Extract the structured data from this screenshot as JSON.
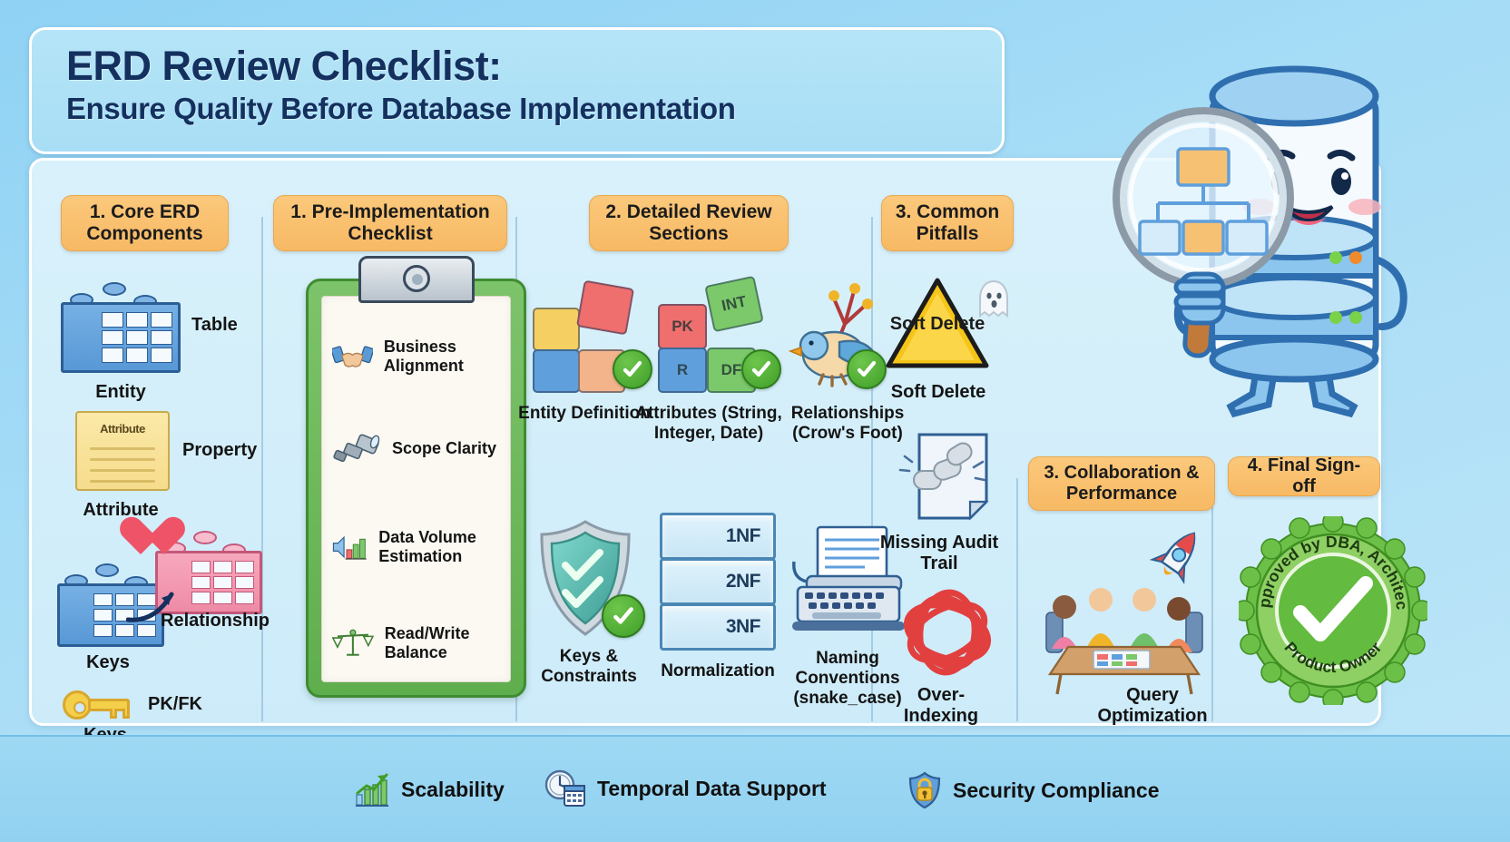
{
  "title": {
    "main": "ERD Review Checklist:",
    "sub": "Ensure Quality Before Database Implementation"
  },
  "sections": {
    "core": {
      "heading": "1. Core ERD Components",
      "items": [
        {
          "icon": "lego-brick-icon",
          "label": "Entity",
          "side_label": "Table"
        },
        {
          "icon": "scroll-icon",
          "label": "Attribute",
          "side_label": "Property",
          "inner_text": "Attribute"
        },
        {
          "icon": "two-bricks-icon",
          "label": "Keys",
          "side_label": "Relationship"
        },
        {
          "icon": "key-icon",
          "label": "Keys",
          "side_label": "PK/FK"
        }
      ]
    },
    "pre_implementation": {
      "heading": "1. Pre-Implementation Checklist",
      "items": [
        {
          "icon": "handshake-icon",
          "label": "Business Alignment"
        },
        {
          "icon": "telescope-icon",
          "label": "Scope Clarity"
        },
        {
          "icon": "bar-chart-icon",
          "label": "Data Volume Estimation"
        },
        {
          "icon": "scales-icon",
          "label": "Read/Write Balance"
        }
      ]
    },
    "detailed_review": {
      "heading": "2. Detailed Review Sections",
      "items": [
        {
          "icon": "puzzle-icon",
          "label": "Entity Definition",
          "checked": true
        },
        {
          "icon": "puzzle-typed-icon",
          "label": "Attributes (String, Integer, Date)",
          "checked": true,
          "pieces": [
            "PK",
            "INT",
            "R",
            "DF"
          ]
        },
        {
          "icon": "bird-icon",
          "label": "Relationships (Crow's Foot)",
          "checked": true
        },
        {
          "icon": "shield-icon",
          "label": "Keys & Constraints",
          "checked": true
        },
        {
          "icon": "normal-forms-icon",
          "label": "Normalization",
          "levels": [
            "1NF",
            "2NF",
            "3NF"
          ]
        },
        {
          "icon": "typewriter-icon",
          "label": "Naming Conventions (snake_case)"
        }
      ]
    },
    "pitfalls": {
      "heading": "3. Common Pitfalls",
      "items": [
        {
          "icon": "warning-triangle-icon",
          "label": "Soft Delete",
          "badge_text": "Soft Delete"
        },
        {
          "icon": "broken-chain-icon",
          "label": "Missing Audit Trail"
        },
        {
          "icon": "tangled-threads-icon",
          "label": "Over-Indexing"
        }
      ]
    },
    "collaboration": {
      "heading": "3. Collaboration & Performance",
      "items": [
        {
          "icon": "team-meeting-icon",
          "label": "Query Optimization"
        }
      ]
    },
    "signoff": {
      "heading": "4. Final Sign-off",
      "items": [
        {
          "icon": "approval-seal-icon",
          "seal_top": "Approved by DBA, Architect,",
          "seal_bottom": "Product Owner"
        }
      ]
    }
  },
  "footer": {
    "items": [
      {
        "icon": "growth-chart-icon",
        "label": "Scalability"
      },
      {
        "icon": "clock-calendar-icon",
        "label": "Temporal Data Support"
      },
      {
        "icon": "lock-shield-icon",
        "label": "Security Compliance"
      }
    ]
  },
  "mascot": {
    "name": "database-character",
    "holds": "magnifying-glass-icon"
  },
  "colors": {
    "pill": "#f7b964",
    "title_text": "#14305e",
    "panel_bg": "#d5f0fb",
    "check_green": "#3f9e28",
    "clipboard_green": "#5fae4e"
  }
}
